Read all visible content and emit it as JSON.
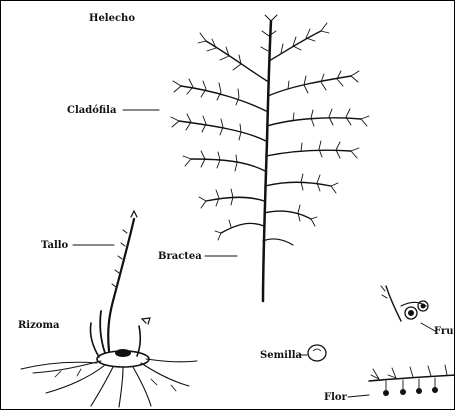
{
  "diagram": {
    "title": "Helecho",
    "labels": {
      "cladofila": "Cladófila",
      "tallo": "Tallo",
      "bractea": "Bractea",
      "rizoma": "Rizoma",
      "semilla": "Semilla",
      "fruto": "Fruto",
      "flor": "Flor"
    }
  },
  "colors": {
    "ink": "#111111",
    "background": "#ffffff"
  }
}
